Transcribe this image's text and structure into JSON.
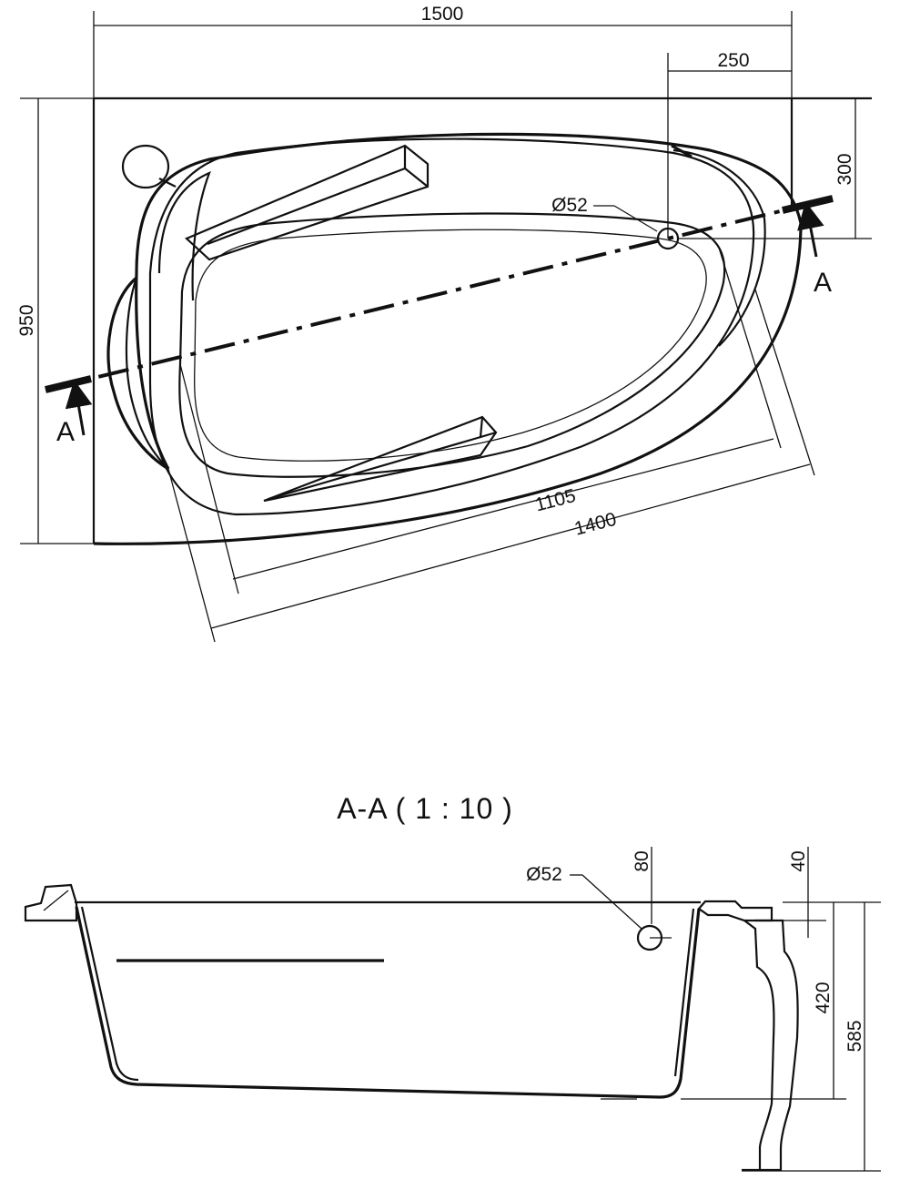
{
  "plan_view": {
    "dimensions": {
      "overall_width": "1500",
      "overall_depth": "950",
      "drain_offset_x": "250",
      "drain_offset_y": "300",
      "drain_diameter": "Ø52",
      "inner_length": "1105",
      "outer_length": "1400"
    },
    "section_marks": {
      "left": "A",
      "right": "A"
    }
  },
  "section_view": {
    "title": "A-A  ( 1 : 10 )",
    "dimensions": {
      "drain_diameter": "Ø52",
      "drain_height": "80",
      "rim_thickness": "40",
      "tub_depth": "420",
      "total_height": "585"
    }
  }
}
